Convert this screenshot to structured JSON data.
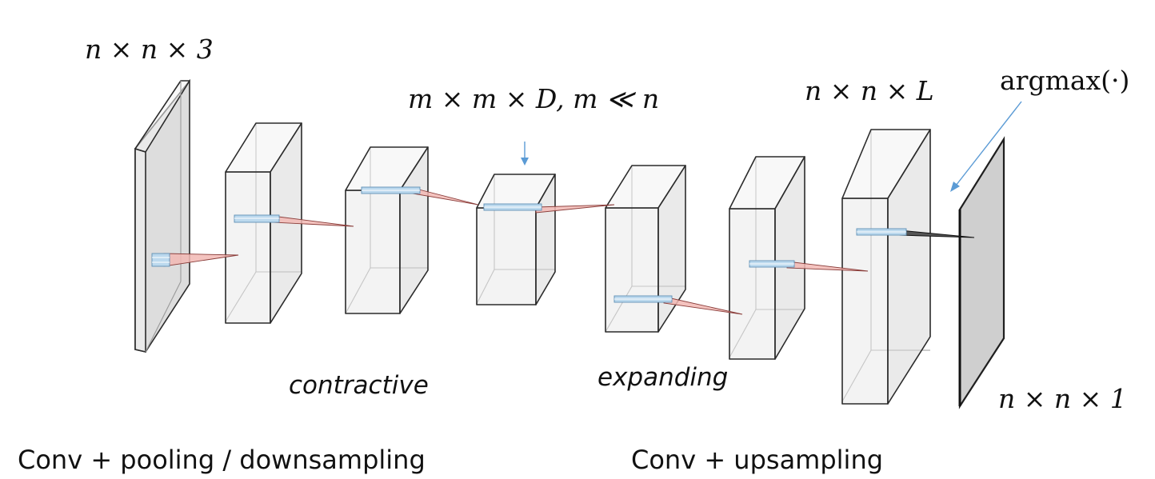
{
  "labels": {
    "input_dims": "n × n × 3",
    "bottleneck_dims": "m × m × D, m ≪ n",
    "output_class_dims": "n × n × L",
    "argmax": "argmax(·)",
    "output_dims": "n × n × 1",
    "contractive": "contractive",
    "expanding": "expanding",
    "encoder_caption": "Conv + pooling / downsampling",
    "decoder_caption": "Conv +  upsampling"
  },
  "colors": {
    "arrow": "#5b9bd5",
    "receptive_field": "#f2b8b4",
    "kernel_tube": "#bcd9ee",
    "outline": "#2b2b2b"
  }
}
